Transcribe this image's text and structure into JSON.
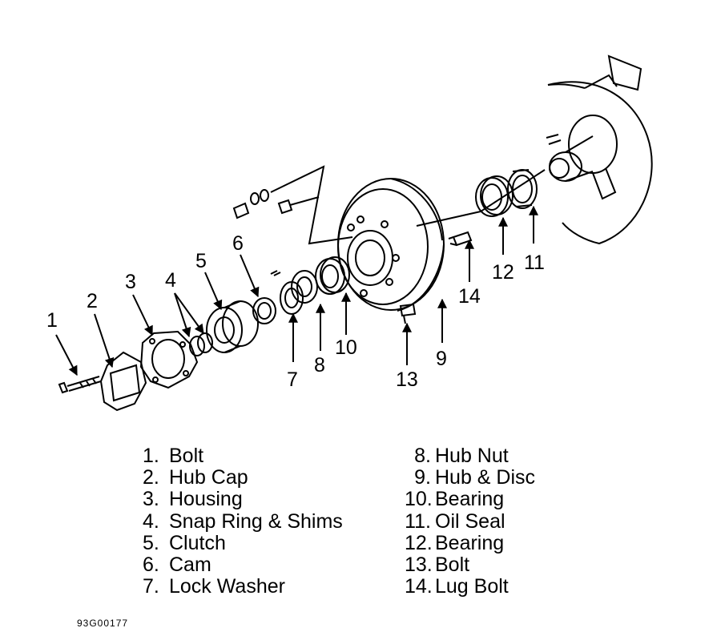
{
  "callouts": {
    "n1": "1",
    "n2": "2",
    "n3": "3",
    "n4": "4",
    "n5": "5",
    "n6": "6",
    "n7": "7",
    "n8": "8",
    "n9": "9",
    "n10": "10",
    "n11": "11",
    "n12": "12",
    "n13": "13",
    "n14": "14"
  },
  "legend_left": [
    {
      "num": "1.",
      "text": "Bolt"
    },
    {
      "num": "2.",
      "text": "Hub Cap"
    },
    {
      "num": "3.",
      "text": "Housing"
    },
    {
      "num": "4.",
      "text": "Snap Ring & Shims"
    },
    {
      "num": "5.",
      "text": "Clutch"
    },
    {
      "num": "6.",
      "text": "Cam"
    },
    {
      "num": "7.",
      "text": "Lock Washer"
    }
  ],
  "legend_right": [
    {
      "num": "8.",
      "text": "Hub Nut"
    },
    {
      "num": "9.",
      "text": "Hub & Disc"
    },
    {
      "num": "10.",
      "text": "Bearing"
    },
    {
      "num": "11.",
      "text": "Oil Seal"
    },
    {
      "num": "12.",
      "text": "Bearing"
    },
    {
      "num": "13.",
      "text": "Bolt"
    },
    {
      "num": "14.",
      "text": "Lug Bolt"
    }
  ],
  "footer_code": "93G00177",
  "colors": {
    "line": "#000000",
    "background": "#ffffff"
  }
}
